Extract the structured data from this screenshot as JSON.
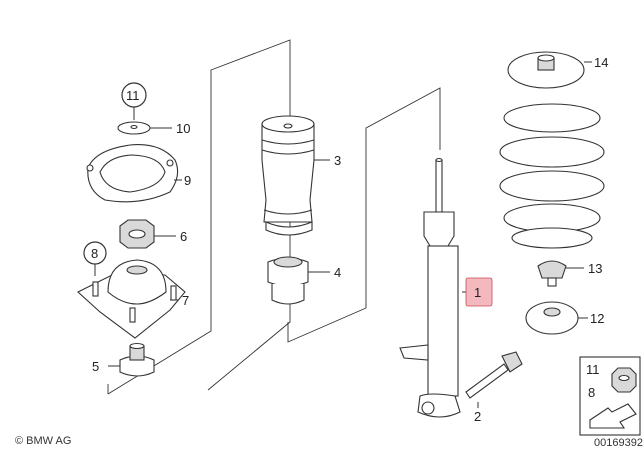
{
  "diagram": {
    "copyright": "© BMW AG",
    "drawing_number": "00169392",
    "highlight_color": "#f4b8bf",
    "callouts": [
      {
        "id": "1",
        "highlighted": true
      },
      {
        "id": "2"
      },
      {
        "id": "3"
      },
      {
        "id": "4"
      },
      {
        "id": "5"
      },
      {
        "id": "6"
      },
      {
        "id": "7"
      },
      {
        "id": "8"
      },
      {
        "id": "9"
      },
      {
        "id": "10"
      },
      {
        "id": "11"
      },
      {
        "id": "12"
      },
      {
        "id": "13"
      },
      {
        "id": "14"
      }
    ],
    "legend_box": {
      "top": "11",
      "bottom": "8"
    }
  }
}
